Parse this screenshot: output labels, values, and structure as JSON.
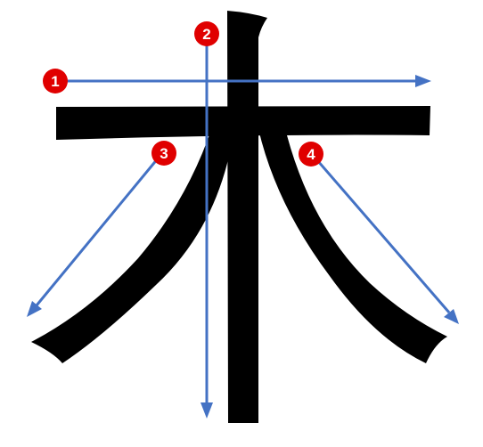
{
  "colors": {
    "glyph": "#000000",
    "arrow": "#4472C4",
    "badge": "#E00000",
    "badge_text": "#FFFFFF"
  },
  "strokes": [
    {
      "order": "1",
      "direction": "left-to-right"
    },
    {
      "order": "2",
      "direction": "top-to-bottom"
    },
    {
      "order": "3",
      "direction": "down-left"
    },
    {
      "order": "4",
      "direction": "down-right"
    }
  ]
}
